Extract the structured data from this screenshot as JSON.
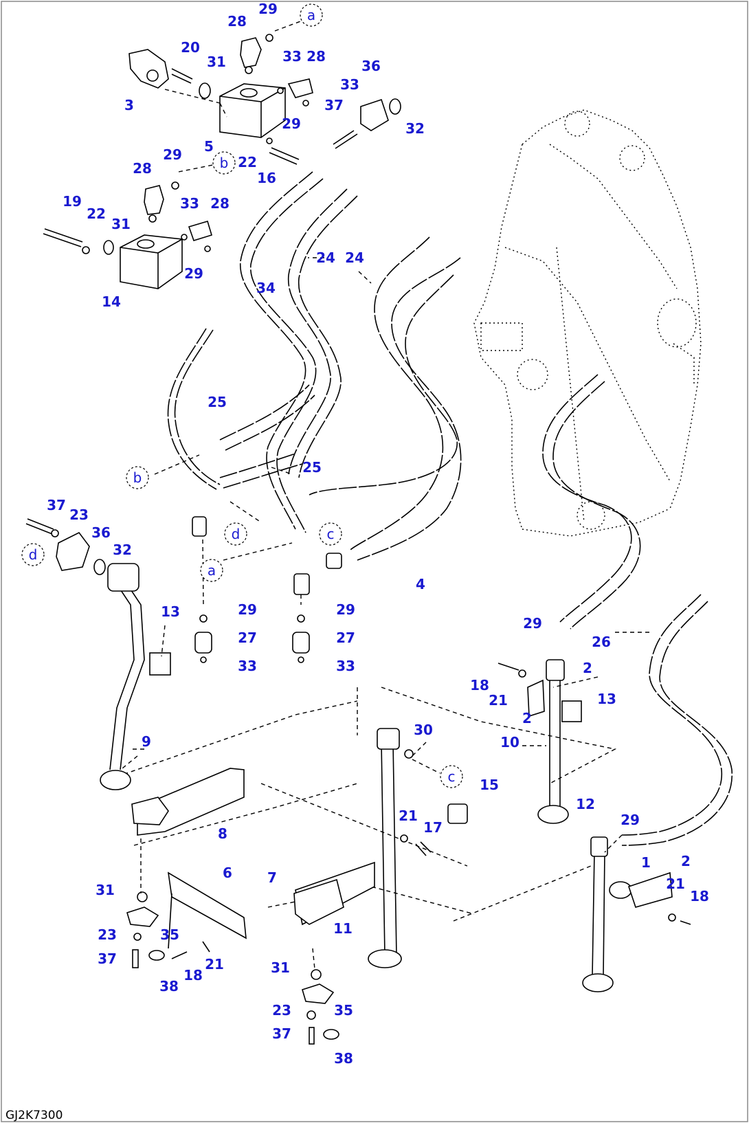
{
  "drawing_code": "GJ2K7300",
  "callouts": [
    {
      "label": "29"
    },
    {
      "label": "28"
    },
    {
      "label": "20"
    },
    {
      "label": "31"
    },
    {
      "label": "33"
    },
    {
      "label": "28"
    },
    {
      "label": "36"
    },
    {
      "label": "3"
    },
    {
      "label": "33"
    },
    {
      "label": "37"
    },
    {
      "label": "29"
    },
    {
      "label": "32"
    },
    {
      "label": "5"
    },
    {
      "label": "22"
    },
    {
      "label": "16"
    },
    {
      "label": "29"
    },
    {
      "label": "28"
    },
    {
      "label": "33"
    },
    {
      "label": "28"
    },
    {
      "label": "19"
    },
    {
      "label": "22"
    },
    {
      "label": "31"
    },
    {
      "label": "24"
    },
    {
      "label": "24"
    },
    {
      "label": "29"
    },
    {
      "label": "34"
    },
    {
      "label": "14"
    },
    {
      "label": "25"
    },
    {
      "label": "25"
    },
    {
      "label": "37"
    },
    {
      "label": "23"
    },
    {
      "label": "36"
    },
    {
      "label": "32"
    },
    {
      "label": "4"
    },
    {
      "label": "29"
    },
    {
      "label": "29"
    },
    {
      "label": "27"
    },
    {
      "label": "27"
    },
    {
      "label": "33"
    },
    {
      "label": "33"
    },
    {
      "label": "13"
    },
    {
      "label": "29"
    },
    {
      "label": "26"
    },
    {
      "label": "2"
    },
    {
      "label": "18"
    },
    {
      "label": "21"
    },
    {
      "label": "2"
    },
    {
      "label": "13"
    },
    {
      "label": "10"
    },
    {
      "label": "9"
    },
    {
      "label": "30"
    },
    {
      "label": "15"
    },
    {
      "label": "8"
    },
    {
      "label": "12"
    },
    {
      "label": "29"
    },
    {
      "label": "21"
    },
    {
      "label": "17"
    },
    {
      "label": "1"
    },
    {
      "label": "2"
    },
    {
      "label": "21"
    },
    {
      "label": "18"
    },
    {
      "label": "6"
    },
    {
      "label": "7"
    },
    {
      "label": "31"
    },
    {
      "label": "23"
    },
    {
      "label": "35"
    },
    {
      "label": "37"
    },
    {
      "label": "18"
    },
    {
      "label": "21"
    },
    {
      "label": "38"
    },
    {
      "label": "11"
    },
    {
      "label": "31"
    },
    {
      "label": "35"
    },
    {
      "label": "23"
    },
    {
      "label": "37"
    },
    {
      "label": "38"
    }
  ],
  "connection_refs": [
    {
      "label": "a"
    },
    {
      "label": "b"
    },
    {
      "label": "b"
    },
    {
      "label": "d"
    },
    {
      "label": "c"
    },
    {
      "label": "d"
    },
    {
      "label": "a"
    },
    {
      "label": "c"
    }
  ]
}
